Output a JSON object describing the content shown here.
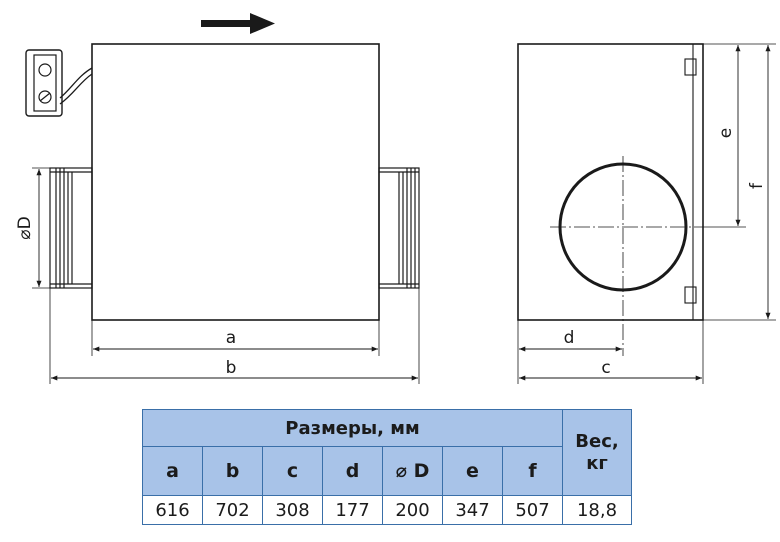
{
  "diagram": {
    "flow_arrow_icon": "arrow-right-icon",
    "labels": {
      "a": "a",
      "b": "b",
      "c": "c",
      "d": "d",
      "D": "⌀D",
      "e": "e",
      "f": "f"
    }
  },
  "table": {
    "header_main": "Размеры, мм",
    "header_weight": "Вес, кг",
    "columns": [
      "a",
      "b",
      "c",
      "d",
      "⌀ D",
      "e",
      "f"
    ],
    "values": [
      "616",
      "702",
      "308",
      "177",
      "200",
      "347",
      "507",
      "18,8"
    ]
  },
  "colors": {
    "table_header": "#a8c3e8",
    "table_border": "#3a6fa8",
    "line": "#1a1a1a"
  }
}
